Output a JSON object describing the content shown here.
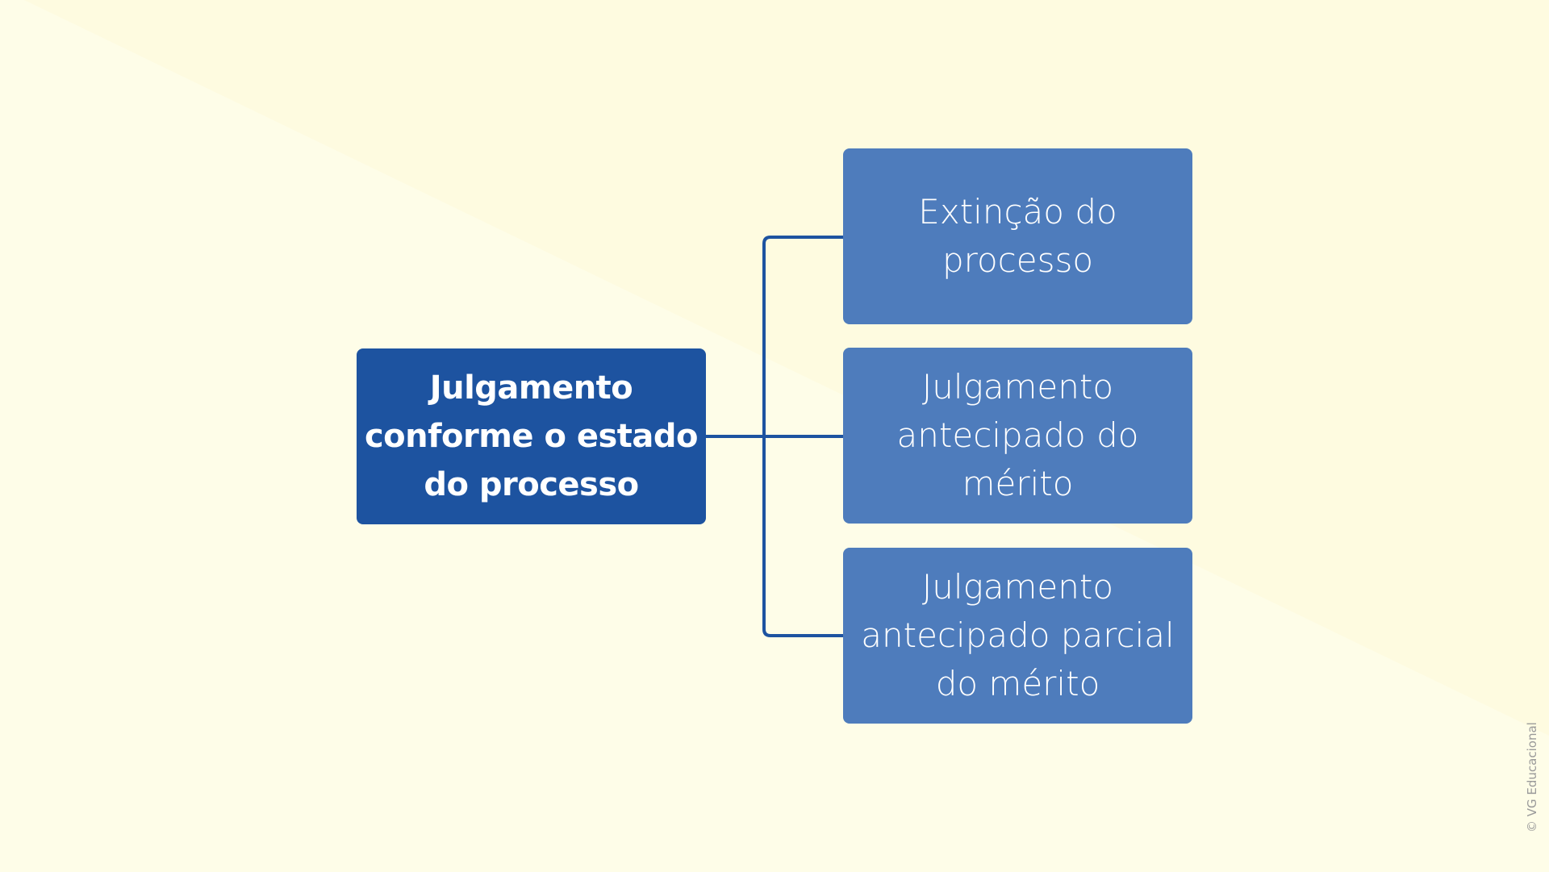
{
  "diagram": {
    "root": {
      "label": "Julgamento\nconforme o estado\ndo processo"
    },
    "children": [
      {
        "label": "Extinção do\nprocesso"
      },
      {
        "label": "Julgamento\nantecipado do\nmérito"
      },
      {
        "label": "Julgamento\nantecipado parcial\ndo mérito"
      }
    ]
  },
  "watermark": {
    "text": "© VG Educacional"
  },
  "colors": {
    "background": "#fefde8",
    "background_band": "#fefbe0",
    "root_box": "#1d53a0",
    "child_box": "#4e7cbc",
    "connector": "#1d53a0",
    "text": "#ffffff",
    "watermark": "#9a9a9a"
  }
}
